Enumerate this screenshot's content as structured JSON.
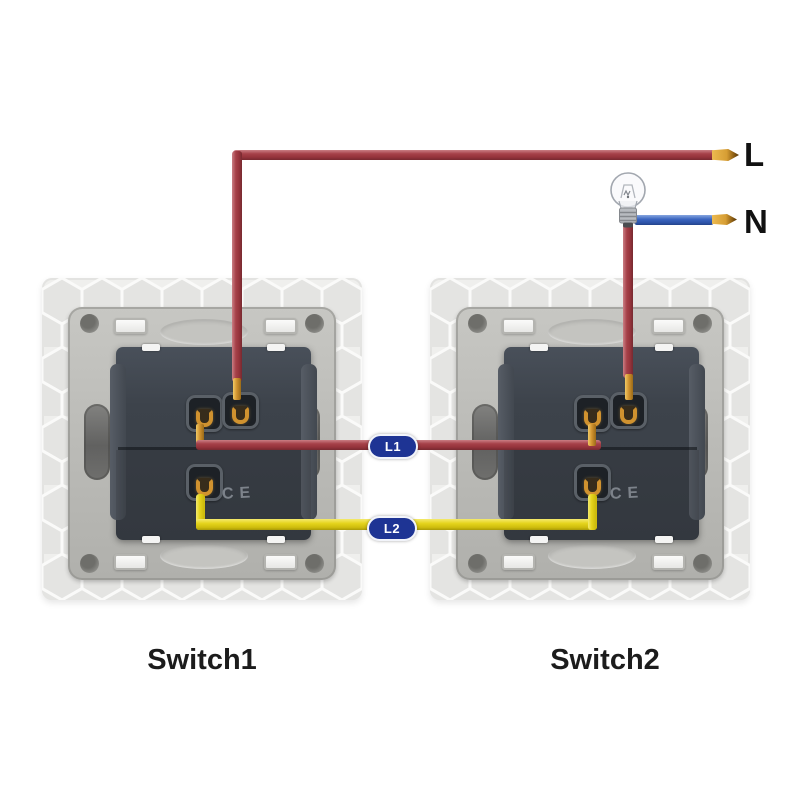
{
  "labels": {
    "live": "L",
    "neutral": "N",
    "traveler_1": "L1",
    "traveler_2": "L2",
    "switch_1": "Switch1",
    "switch_2": "Switch2",
    "ce_marking": "CE"
  },
  "colors": {
    "live_wire": "#a64149",
    "neutral_wire": "#3c66c0",
    "l2_wire": "#e5d41c",
    "copper": "#d0922f",
    "badge_bg": "#1e3494",
    "badge_text": "#ffffff",
    "switch_body": "#3d434b",
    "label_text": "#1c1c1c"
  }
}
